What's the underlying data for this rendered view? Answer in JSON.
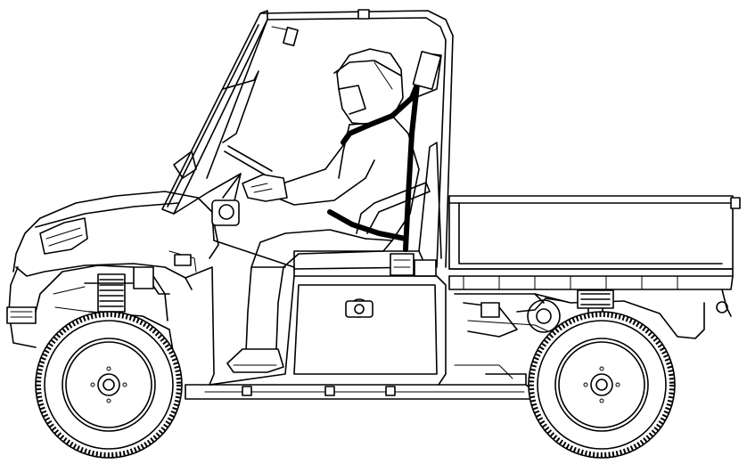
{
  "figure": {
    "alt_text": "",
    "colors": {
      "line": "#000000",
      "background": "#ffffff",
      "belt": "#000000"
    },
    "parts": [
      "roll-cage",
      "windshield",
      "hood",
      "headlight",
      "steering-wheel",
      "driver",
      "helmet",
      "seat-belt",
      "seat",
      "cargo-bed",
      "front-wheel",
      "rear-wheel",
      "front-suspension",
      "rear-suspension",
      "chassis"
    ]
  }
}
